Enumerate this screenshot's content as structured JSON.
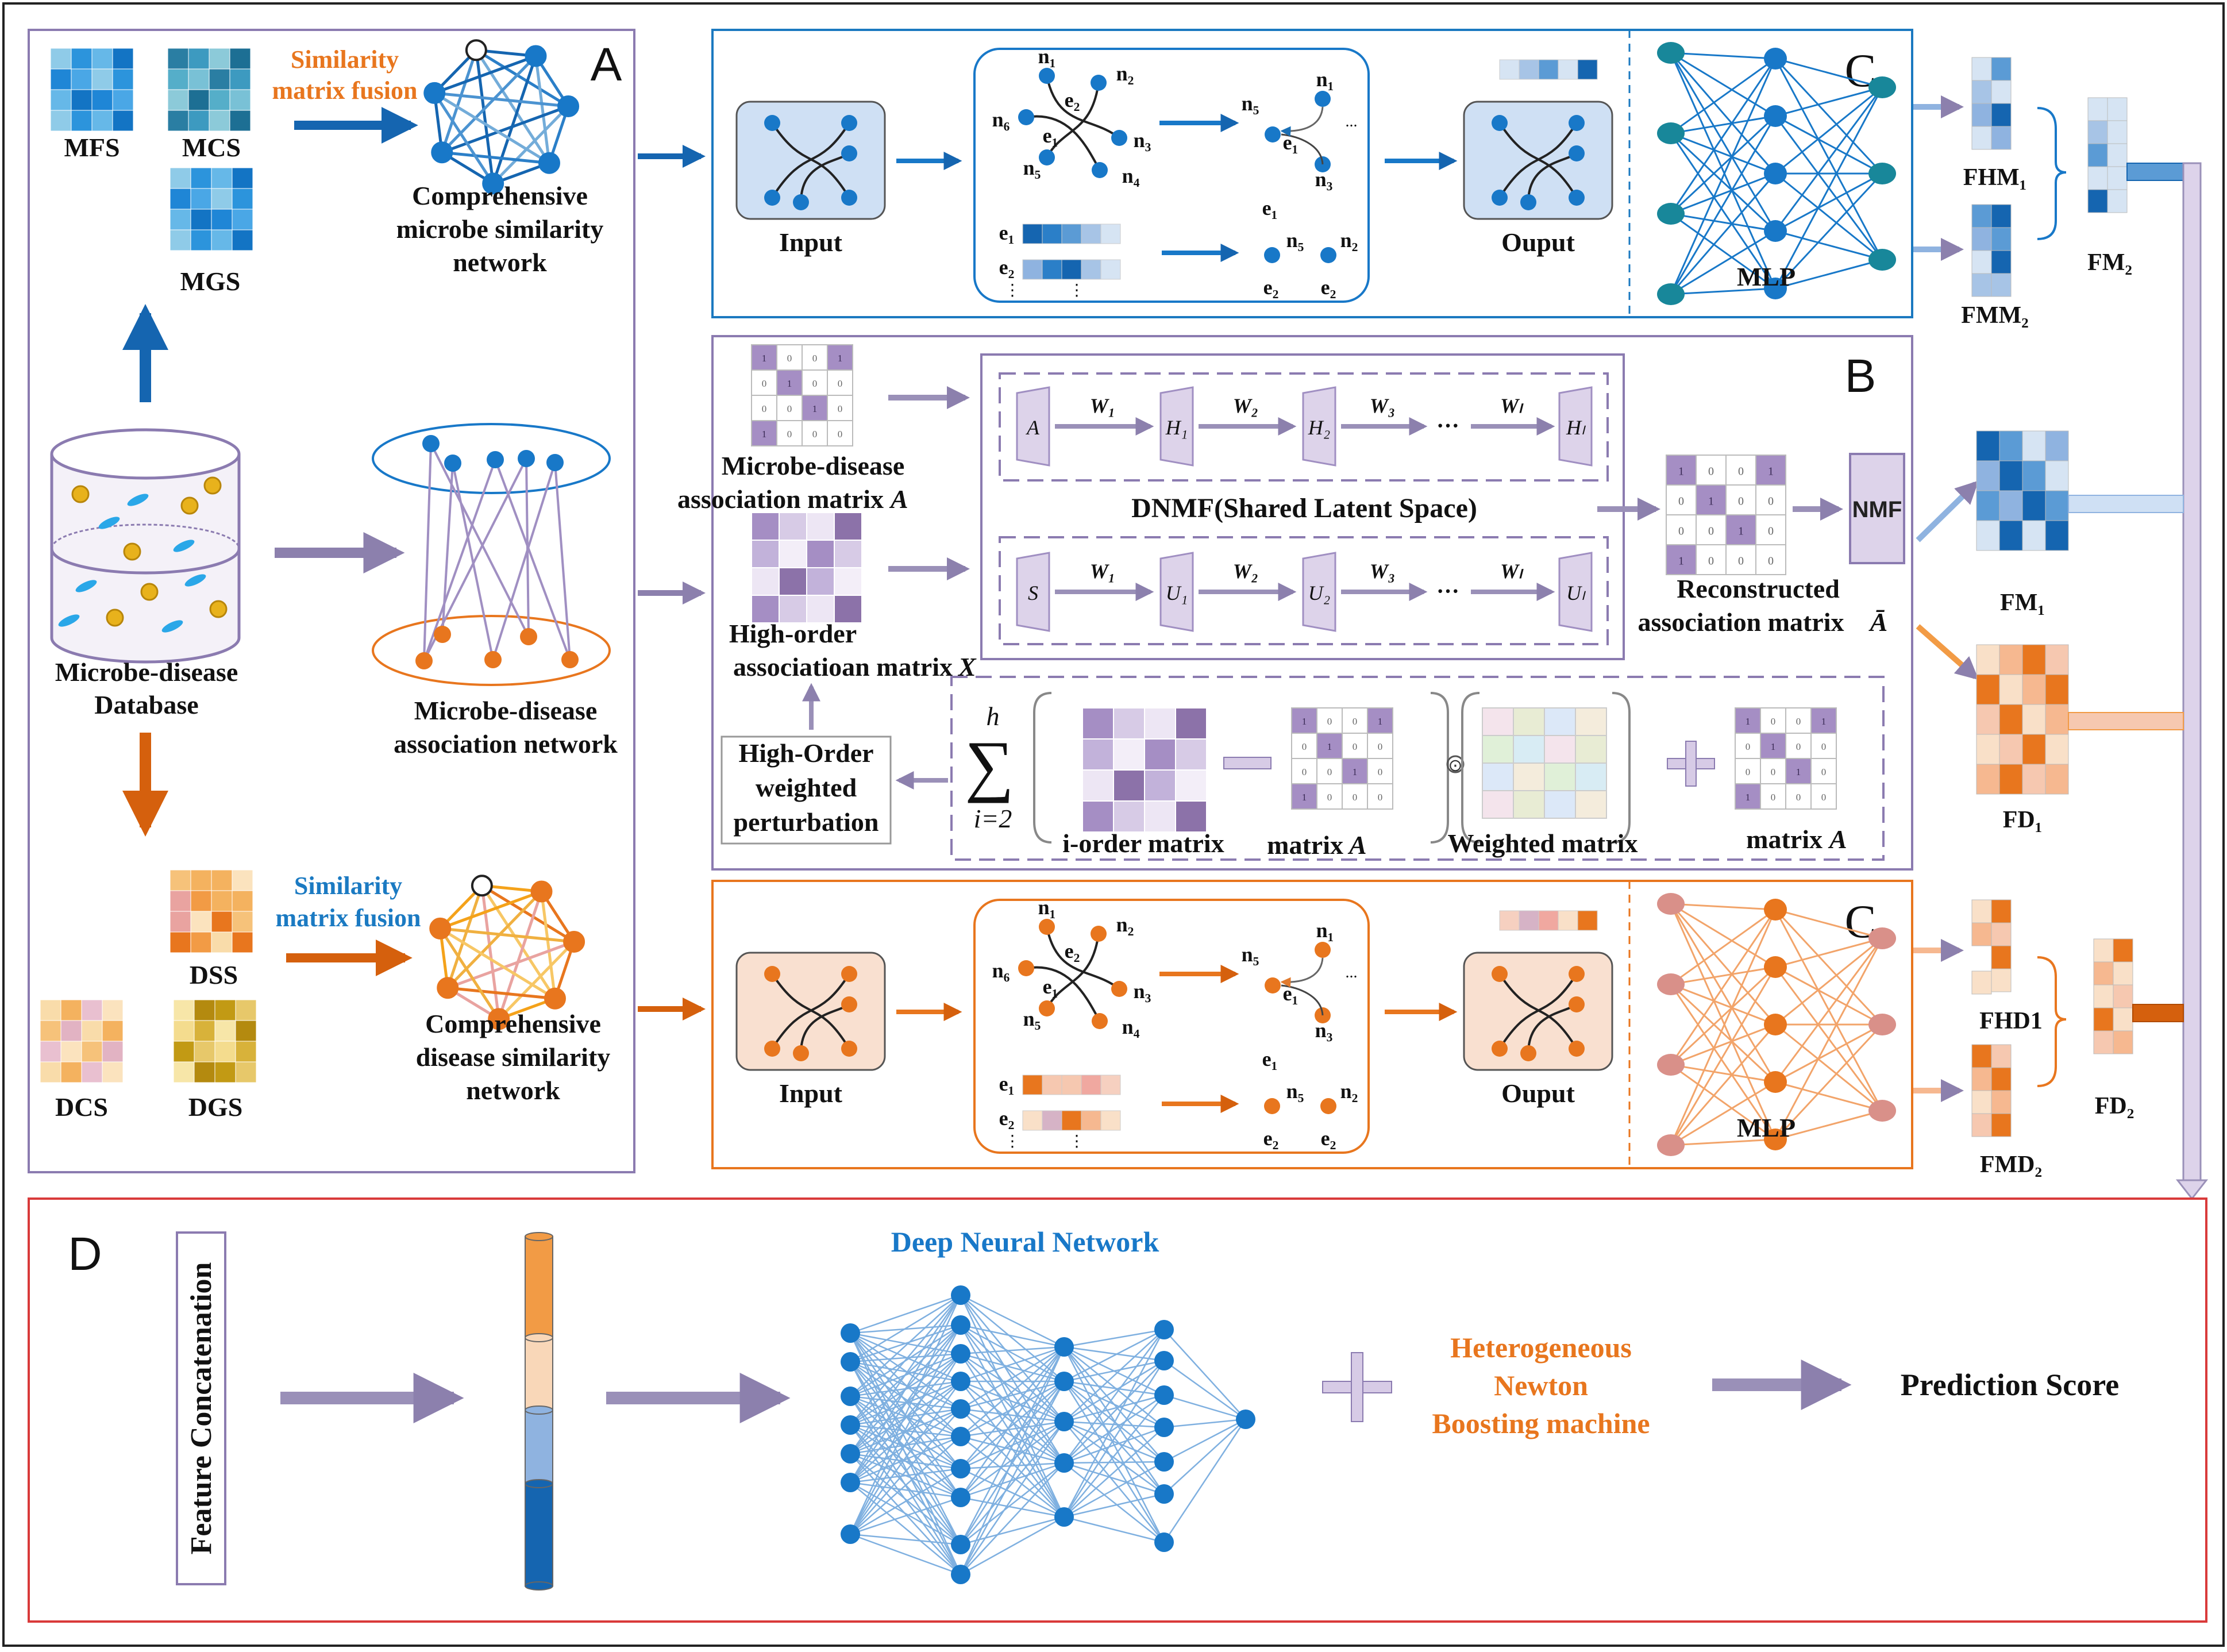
{
  "colors": {
    "blue": "#1878c8",
    "blue_dark": "#0d62a8",
    "orange": "#e86c12",
    "purple": "#8c72a9",
    "purple_light": "#d7cbe6",
    "teal": "#18879a",
    "salmon": "#d99089",
    "red_border": "#d93a3a",
    "gray_arrow": "#9a90b8"
  },
  "panel_a": {
    "letter": "A",
    "mfs": "MFS",
    "mcs": "MCS",
    "mgs": "MGS",
    "fusion_top_1": "Similarity",
    "fusion_top_2": "matrix fusion",
    "comp_microbe_1": "Comprehensive",
    "comp_microbe_2": "microbe similarity",
    "comp_microbe_3": "network",
    "database_1": "Microbe-disease",
    "database_2": "Database",
    "assoc_net_1": "Microbe-disease",
    "assoc_net_2": "association network",
    "dss": "DSS",
    "dcs": "DCS",
    "dgs": "DGS",
    "fusion_bot_1": "Similarity",
    "fusion_bot_2": "matrix fusion",
    "comp_disease_1": "Comprehensive",
    "comp_disease_2": "disease similarity",
    "comp_disease_3": "network"
  },
  "panel_c": {
    "letter": "C",
    "input": "Input",
    "output": "Ouput",
    "mlp": "MLP",
    "n1": "n₁",
    "n2": "n₂",
    "n3": "n₃",
    "n4": "n₄",
    "n5": "n₅",
    "n6": "n₆",
    "e1": "e₁",
    "e2": "e₂",
    "dots": "⋮",
    "ellipsis": "...",
    "fhm1": "FHM₁",
    "fmm2": "FMM₂",
    "fm2": "FM₂",
    "fhd1": "FHD1",
    "fmd2": "FMD₂",
    "fd2": "FD₂"
  },
  "panel_b": {
    "letter": "B",
    "assoc_matrix_1": "Microbe-disease",
    "assoc_matrix_2": "association matrix",
    "assoc_matrix_sym": "A",
    "high_order_1": "High-order",
    "high_order_2": "associatioan matrix",
    "high_order_sym": "X",
    "dnmf": "DNMF(Shared Latent Space)",
    "a": "A",
    "s": "S",
    "w1": "W₁",
    "w2": "W₂",
    "w3": "W₃",
    "wl": "Wₗ",
    "h1": "H₁",
    "h2": "H₂",
    "hl": "Hₗ",
    "u1": "U₁",
    "u2": "U₂",
    "ul": "Uₗ",
    "dots": "···",
    "recon_1": "Reconstructed",
    "recon_2": "association matrix",
    "recon_sym": "Ā",
    "nmf": "NMF",
    "fm1": "FM₁",
    "fd1": "FD₁",
    "hopw_1": "High-Order",
    "hopw_2": "weighted",
    "hopw_3": "perturbation",
    "sum_h": "h",
    "sum_sym": "∑",
    "sum_i": "i=2",
    "i_order": "i-order matrix",
    "matrix_a": "matrix",
    "matrix_a_sym": "A",
    "weighted": "Weighted matrix",
    "odot": "⊙",
    "matrix_vals": [
      "1",
      "0",
      "0",
      "1",
      "0",
      "1",
      "0",
      "0",
      "0",
      "0",
      "1",
      "0",
      "1",
      "0",
      "0",
      "0"
    ]
  },
  "panel_d": {
    "letter": "D",
    "feature_concat": "Feature Concatenation",
    "dnn": "Deep Neural Network",
    "hnbm_1": "Heterogeneous",
    "hnbm_2": "Newton",
    "hnbm_3": "Boosting machine",
    "prediction": "Prediction Score"
  }
}
